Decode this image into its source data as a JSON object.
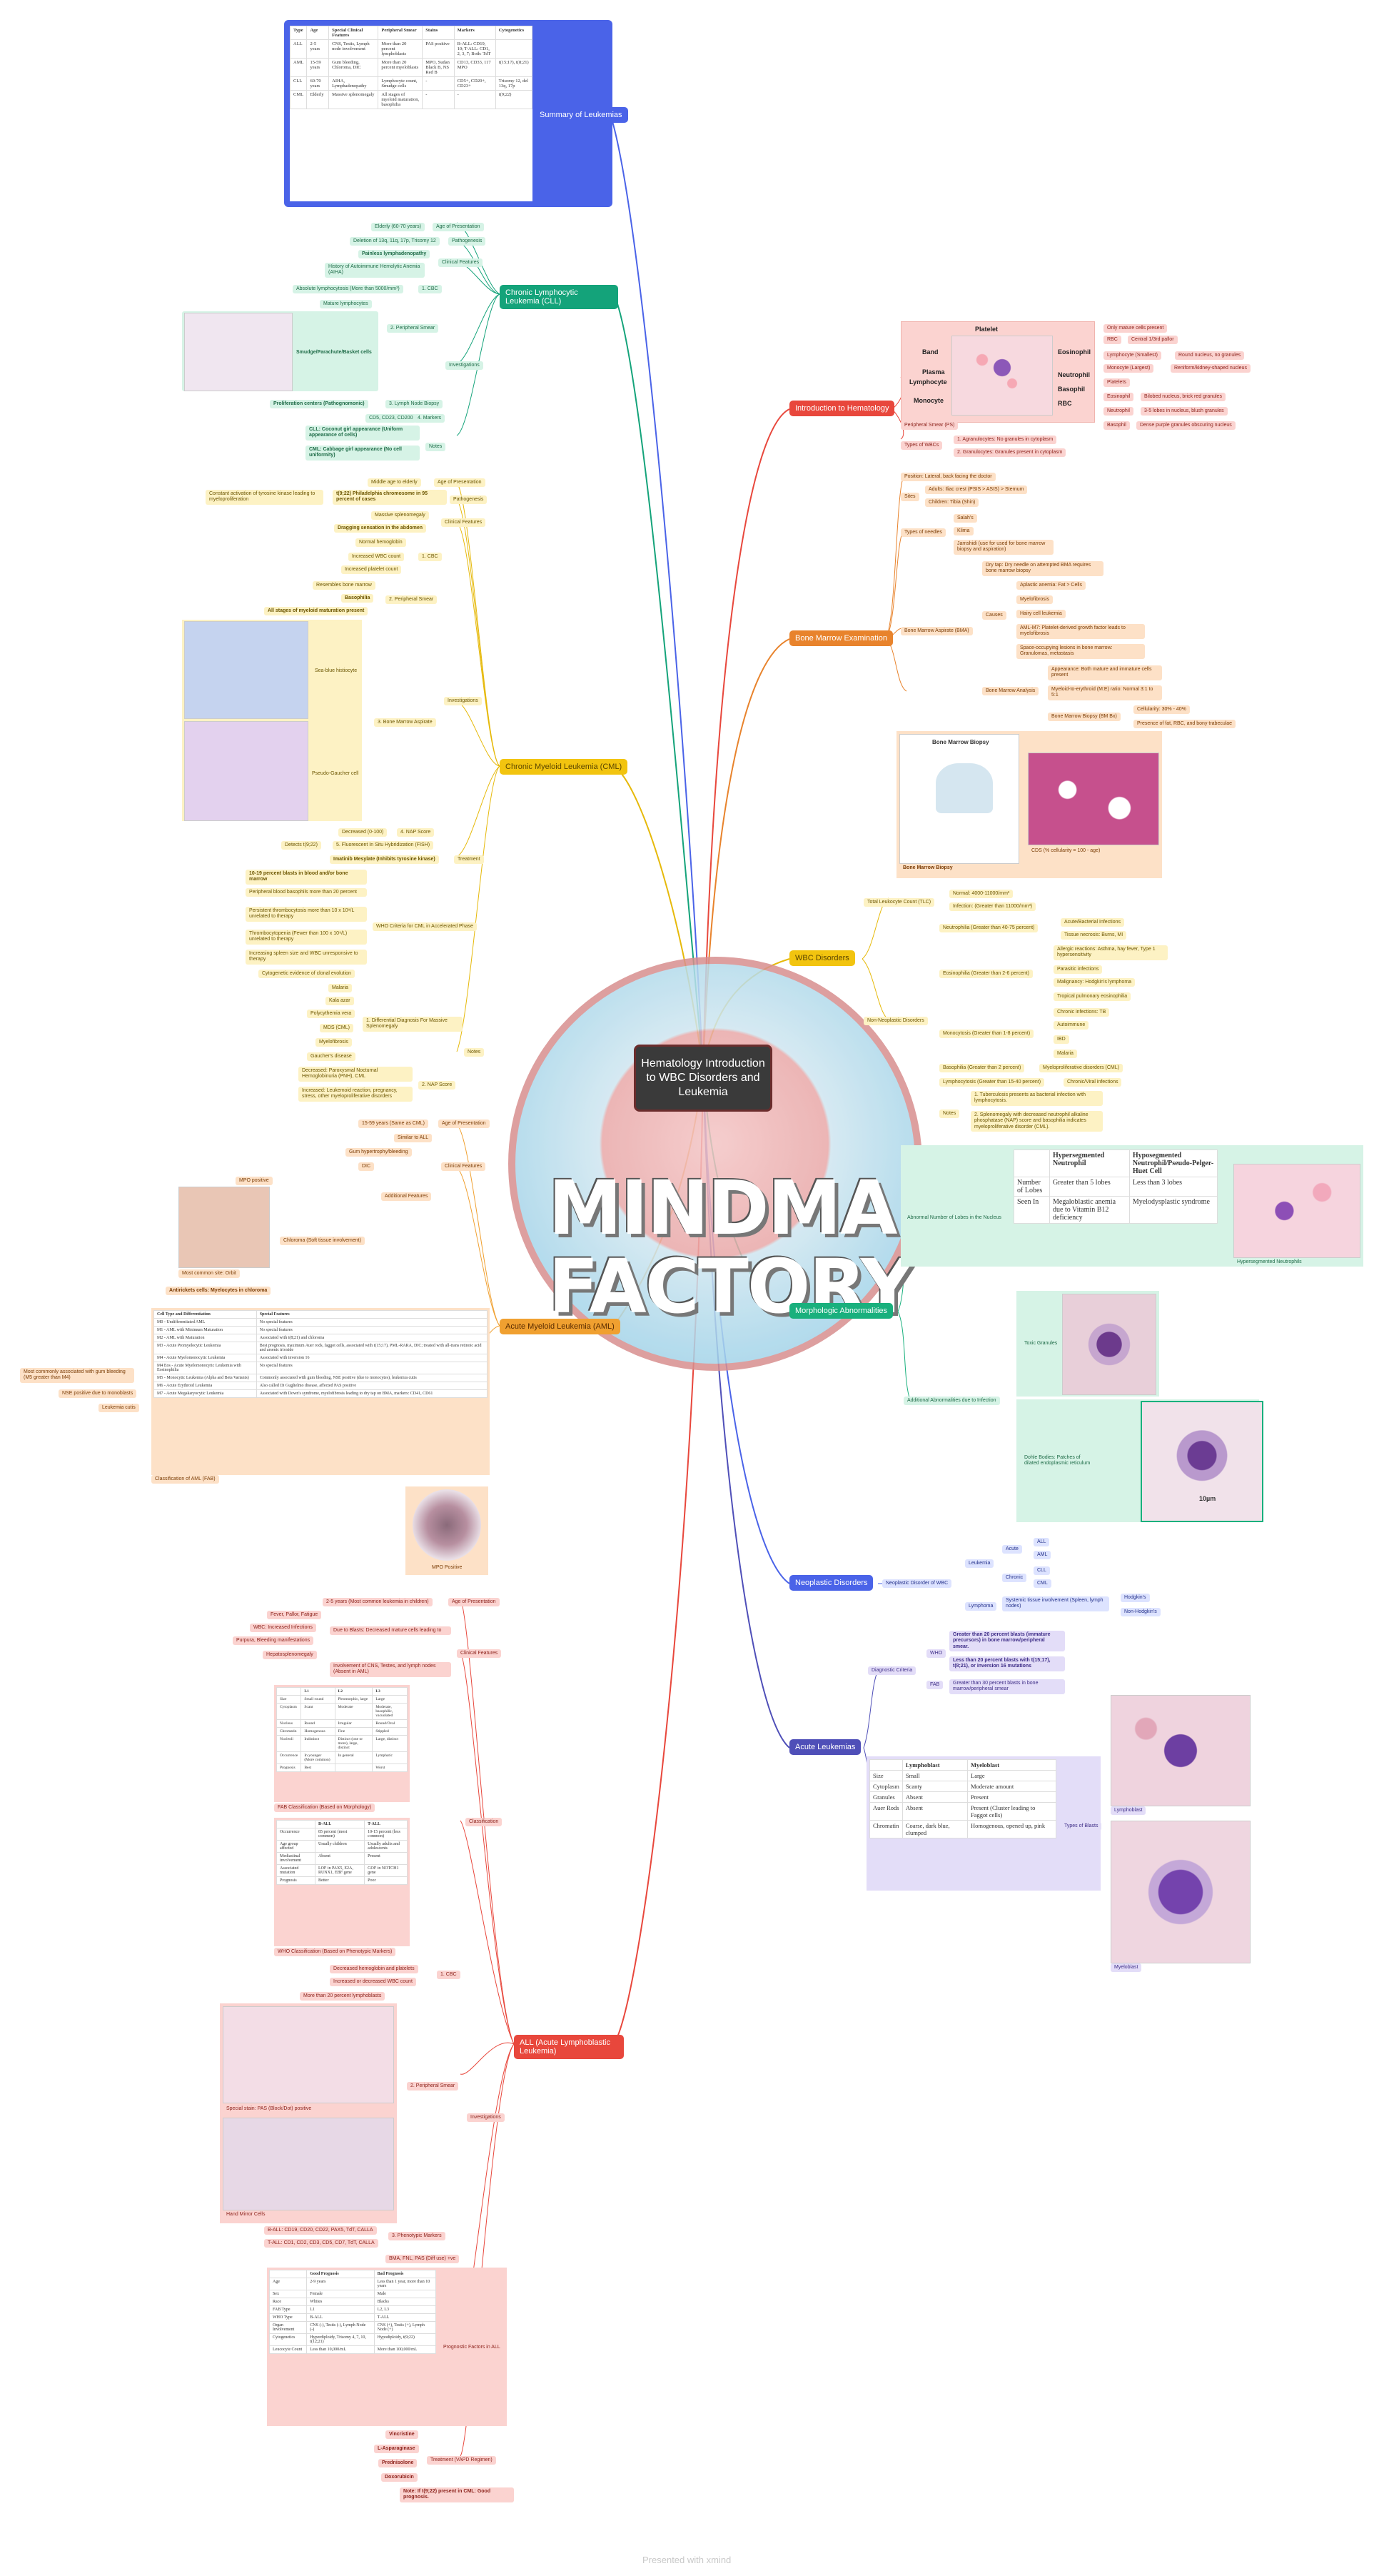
{
  "root": {
    "title": "Hematology Introduction to WBC Disorders and Leukemia"
  },
  "watermark": {
    "line1": "MINDMAP",
    "line2": "FACTORY"
  },
  "footer": {
    "text": "Presented with xmind"
  },
  "branches": {
    "summary": "Summary of Leukemias",
    "cll": "Chronic Lymphocytic Leukemia (CLL)",
    "cml": "Chronic Myeloid Leukemia (CML)",
    "aml": "Acute Myeloid Leukemia (AML)",
    "all": "ALL (Acute Lymphoblastic Leukemia)",
    "intro": "Introduction to Hematology",
    "marrow": "Bone Marrow Examination",
    "wbc": "WBC Disorders",
    "morph": "Morphologic Abnormalities",
    "neo": "Neoplastic Disorders",
    "acute": "Acute Leukemias"
  },
  "summary_table": {
    "headers": [
      "Type",
      "Age",
      "Special Clinical Features",
      "Peripheral Smear",
      "Stains",
      "Markers",
      "Cytogenetics"
    ],
    "rows": [
      [
        "ALL",
        "2-5 years",
        "CNS, Testis, Lymph node involvement",
        "More than 20 percent lymphoblasts",
        "PAS positive",
        "B-ALL: CD19, 10; T-ALL: CD1, 2, 3, 7; Both: TdT",
        ""
      ],
      [
        "AML",
        "15-59 years",
        "Gum bleeding, Chloroma, DIC",
        "More than 20 percent myeloblasts",
        "MPO, Sudan Black B, NS Red B",
        "CD13, CD33, 117 MPO",
        "t(15;17), t(8;21)"
      ],
      [
        "CLL",
        "60-70 years",
        "AIHA, Lymphadenopathy",
        "Lymphocyte count, Smudge cells",
        "-",
        "CD5+, CD20+, CD23+",
        "Trisomy 12, del 13q, 17p"
      ],
      [
        "CML",
        "Elderly",
        "Massive splenomegaly",
        "All stages of myeloid maturation, basophilia",
        "-",
        "-",
        "t(9;22)"
      ]
    ]
  },
  "cll": {
    "age": "Elderly (60-70 years)",
    "age_label": "Age of Presentation",
    "patho": "Deletion of 13q, 11q, 17p, Trisomy 12",
    "patho_label": "Pathogenesis",
    "clinical": [
      "Painless lymphadenopathy",
      "History of Autoimmune Hemolytic Anemia (AIHA)"
    ],
    "clinical_label": "Clinical Features",
    "cbc": "Absolute lymphocytosis (More than 5000/mm³)",
    "cbc_label": "1. CBC",
    "smear": [
      "Mature lymphocytes",
      "Smudge/Parachute/Basket cells"
    ],
    "smear_label": "2. Peripheral Smear",
    "node": "Proliferation centers (Pathognomonic)",
    "node_label": "3. Lymph Node Biopsy",
    "markers": "CD5, CD23, CD200",
    "markers_label": "4. Markers",
    "notes": [
      "CLL: Coconut girl appearance (Uniform appearance of cells)",
      "CML: Cabbage girl appearance (No cell uniformity)"
    ],
    "notes_label": "Notes",
    "invest_label": "Investigations"
  },
  "cml": {
    "age": "Middle age to elderly",
    "age_label": "Age of Presentation",
    "patho": "t(9;22) Philadelphia chromosome in 95 percent of cases",
    "patho_note": "Constant activation of tyrosine kinase leading to myeloproliferation",
    "patho_label": "Pathogenesis",
    "clinical": "Dragging sensation in the abdomen",
    "clinical_sub": "Massive splenomegaly",
    "clinical_label": "Clinical Features",
    "cbc": [
      "Normal hemoglobin",
      "Increased WBC count",
      "Increased platelet count"
    ],
    "cbc_label": "1. CBC",
    "smear": [
      "Resembles bone marrow",
      "Basophilia",
      "All stages of myeloid maturation present"
    ],
    "smear_label": "2. Peripheral Smear",
    "marrow": [
      "Sea-blue histiocyte",
      "Pseudo-Gaucher cell"
    ],
    "marrow_label": "3. Bone Marrow Aspirate",
    "nap": "Decreased (0-100)",
    "nap_label": "4. NAP Score",
    "fish": "Detects t(9;22)",
    "fish_label": "5. Fluorescent In Situ Hybridization (FISH)",
    "invest_label": "Investigations",
    "treatment": "Imatinib Mesylate (Inhibits tyrosine kinase)",
    "treatment_label": "Treatment",
    "accel": [
      "10-19 percent blasts in blood and/or bone marrow",
      "Peripheral blood basophils more than 20 percent",
      "Persistent thrombocytosis more than 10 x 10⁹/L unrelated to therapy",
      "Thrombocytopenia (Fewer than 100 x 10⁹/L) unrelated to therapy",
      "Increasing spleen size and WBC unresponsive to therapy",
      "Cytogenetic evidence of clonal evolution"
    ],
    "accel_label": "WHO Criteria for CML in Accelerated Phase",
    "ddx": [
      "Malaria",
      "Kala azar",
      "Polycythemia vera",
      "MDS (CML)",
      "Myelofibrosis",
      "Gaucher's disease"
    ],
    "ddx_label": "1. Differential Diagnosis For Massive Splenomegaly",
    "nap_notes": [
      "Decreased: Paroxysmal Nocturnal Hemoglobinuria (PNH), CML",
      "Increased: Leukemoid reaction, pregnancy, stress, other myeloproliferative disorders"
    ],
    "nap_notes_label": "2. NAP Score",
    "notes_label": "Notes"
  },
  "aml": {
    "age": "15-59 years (Same as CML)",
    "age_label": "Age of Presentation",
    "similar": "Similar to ALL",
    "clinical": [
      "Gum hypertrophy/bleeding",
      "DIC"
    ],
    "clinical_label": "Clinical Features",
    "mpo": "MPO positive",
    "chloroma": "Chloroma (Soft tissue involvement)",
    "chloroma_caption": "Most common site: Orbit",
    "auer": "Antirickets cells: Myelocytes in chloroma",
    "additional_label": "Additional Features",
    "fab_headers": [
      "Cell Type and Differentiation",
      "Special Features"
    ],
    "fab_rows": [
      [
        "M0 - Undifferentiated AML",
        "No special features"
      ],
      [
        "M1 - AML with Minimum Maturation",
        "No special features"
      ],
      [
        "M2 - AML with Maturation",
        "Associated with t(8;21) and chloroma"
      ],
      [
        "M3 - Acute Promyelocytic Leukemia",
        "Best prognosis, maximum Auer rods, faggot cells, associated with t(15;17), PML-RARA, DIC; treated with all-trans retinoic acid and arsenic trioxide"
      ],
      [
        "M4 - Acute Myelomonocytic Leukemia",
        "Associated with inversion 16"
      ],
      [
        "M4 Eos - Acute Myelomonocytic Leukemia with Eosinophilia",
        "No special features"
      ],
      [
        "M5 - Monocytic Leukemia (Alpha and Beta Variants)",
        "Commonly associated with gum bleeding, NSE positive (due to monocytes), leukemia cutis"
      ],
      [
        "M6 - Acute Erythroid Leukemia",
        "Also called Di Guglielmo disease, affected PAS positive"
      ],
      [
        "M7 - Acute Megakaryocytic Leukemia",
        "Associated with Down's syndrome, myelofibrosis leading to dry tap on BMA, markers: CD41, CD61"
      ]
    ],
    "fab_caption": "Classification of AML (FAB)",
    "side_notes": [
      "Most commonly associated with gum bleeding (M5 greater than M4)",
      "NSE positive due to monoblasts",
      "Leukemia cutis"
    ],
    "mpo_caption": "MPO Positive"
  },
  "all": {
    "age": "2-5 years (Most common leukemia in children)",
    "age_label": "Age of Presentation",
    "clinical": [
      "Fever, Pallor, Fatigue",
      "WBC: Increased Infections",
      "Purpura, Bleeding manifestations",
      "Hepatosplenomegaly"
    ],
    "clinical_note": "Due to Blasts: Decreased mature cells leading to",
    "clinical_extra": "Involvement of CNS, Testes, and lymph nodes (Absent in AML)",
    "clinical_label": "Clinical Features",
    "fab_headers": [
      "",
      "L1",
      "L2",
      "L3"
    ],
    "fab_rows": [
      [
        "Size",
        "Small round",
        "Pleomorphic, large",
        "Large"
      ],
      [
        "Cytoplasm",
        "Scant",
        "Moderate",
        "Moderate, basophilic, vacuolated"
      ],
      [
        "Nucleus",
        "Round",
        "Irregular",
        "Round/Oval"
      ],
      [
        "Chromatin",
        "Homogenous",
        "Fine",
        "Stippled"
      ],
      [
        "Nucleoli",
        "Indistinct",
        "Distinct (one or more), large, distinct",
        "Large, distinct"
      ],
      [
        "Occurrence",
        "In younger (More common)",
        "In general",
        "Lymphatic"
      ],
      [
        "Prognosis",
        "Best",
        "",
        "Worst"
      ]
    ],
    "fab_caption": "FAB Classification (Based on Morphology)",
    "who_headers": [
      "",
      "B-ALL",
      "T-ALL"
    ],
    "who_rows": [
      [
        "Occurrence",
        "85 percent (most common)",
        "10-15 percent (less common)"
      ],
      [
        "Age group affected",
        "Usually children",
        "Usually adults and adolescents"
      ],
      [
        "Mediastinal involvement",
        "Absent",
        "Present"
      ],
      [
        "Associated mutation",
        "LOF in PAX5, E2A, RUNX1, EBF gene",
        "GOF in NOTCH1 gene"
      ],
      [
        "Prognosis",
        "Better",
        "Poor"
      ]
    ],
    "who_caption": "WHO Classification (Based on Phenotypic Markers)",
    "class_label": "Classification",
    "cbc": [
      "Decreased hemoglobin and platelets",
      "Increased or decreased WBC count"
    ],
    "cbc_label": "1. CBC",
    "smear": "More than 20 percent lymphoblasts",
    "smear_label": "2. Peripheral Smear",
    "pas_caption": "Special stain: PAS (Block/Dot) positive",
    "hand_caption": "Hand Mirror Cells",
    "immuno": [
      "B-ALL: CD19, CD20, CD22, PAX5, TdT, CALLA",
      "T-ALL: CD1, CD2, CD3, CD5, CD7, TdT, CALLA"
    ],
    "immuno_label": "3. Phenotypic Markers",
    "pas": "BMA, FNL, PAS (Diff use) +ve",
    "invest_label": "Investigations",
    "prog_headers": [
      "",
      "Good Prognosis",
      "Bad Prognosis"
    ],
    "prog_rows": [
      [
        "Age",
        "2-9 years",
        "Less than 1 year, more than 10 years"
      ],
      [
        "Sex",
        "Female",
        "Male"
      ],
      [
        "Race",
        "Whites",
        "Blacks"
      ],
      [
        "FAB Type",
        "L1",
        "L2, L3"
      ],
      [
        "WHO Type",
        "B-ALL",
        "T-ALL"
      ],
      [
        "Organ Involvement",
        "CNS (-), Testis (-), Lymph Node (-)",
        "CNS (+), Testis (+), Lymph Node (+)"
      ],
      [
        "Cytogenetics",
        "Hyperdiploidy, Trisomy 4, 7, 10, t(12;21)",
        "Hypodiploidy, t(9;22)"
      ],
      [
        "Leucocyte Count",
        "Less than 10,000/mL",
        "More than 100,000/mL"
      ]
    ],
    "prog_label": "Prognostic Factors in ALL",
    "treatment": [
      "Vincristine",
      "L-Asparaginase",
      "Prednisolone",
      "Doxorubicin"
    ],
    "treatment_label": "Treatment (VAPD Regimen)",
    "treatment_note": "Note: If t(9;22) present in CML: Good prognosis."
  },
  "intro": {
    "smear_labels": [
      "Platelet",
      "Band",
      "Plasma",
      "Lymphocyte",
      "Monocyte",
      "Eosinophil",
      "Neutrophil",
      "Basophil",
      "RBC"
    ],
    "smear_caption": "Peripheral Smear (PS)",
    "cells": [
      "Only mature cells present",
      "RBC",
      "Lymphocyte (Smallest)",
      "Monocyte (Largest)",
      "Platelets",
      "Eosinophil",
      "Neutrophil",
      "Basophil"
    ],
    "cells_desc": [
      "Central 1/3rd pallor",
      "Round nucleus, no granules",
      "Reniform/kidney-shaped nucleus",
      "",
      "Bilobed nucleus, brick red granules",
      "3-5 lobes in nucleus, blush granules",
      "Dense purple granules obscuring nucleus"
    ],
    "types_label": "Types of WBCs",
    "types": [
      "1. Agranulocytes: No granules in cytoplasm",
      "2. Granulocytes: Granules present in cytoplasm"
    ]
  },
  "marrow": {
    "position": "Position: Lateral, back facing the doctor",
    "sites_label": "Sites",
    "sites": [
      "Adults: Iliac crest (PSIS > ASIS) > Sternum",
      "Children: Tibia (Shin)"
    ],
    "needles_label": "Types of needles",
    "needles": [
      "Salah's",
      "Klima",
      "Jamshidi (use for used for bone marrow biopsy and aspiration)"
    ],
    "aspirate_label": "Bone Marrow Aspirate (BMA)",
    "drytap": "Dry tap: Dry needle on attempted BMA requires bone marrow biopsy",
    "causes_label": "Causes",
    "causes": [
      "Aplastic anemia: Fat > Cells",
      "Myelofibrosis",
      "Hairy cell leukemia",
      "AML-M7: Platelet-derived growth factor leads to myelofibrosis",
      "Space-occupying lesions in bone marrow: Granulomas, metastasis"
    ],
    "analysis_label": "Bone Marrow Analysis",
    "analysis": [
      "Appearance: Both mature and immature cells present",
      "Myeloid-to-erythroid (M:E) ratio: Normal 3:1 to 5:1"
    ],
    "biopsy_label": "Bone Marrow Biopsy (BM Bx)",
    "biopsy": [
      "Cellularity: 30% - 40%",
      "Presence of fat, RBC, and bony trabeculae"
    ],
    "img_title": "Bone Marrow Biopsy",
    "img_caption": "Bone Marrow Biopsy",
    "img2_caption": "CDS (% cellularity = 100 - age)"
  },
  "wbc": {
    "tlc_label": "Total Leukocyte Count (TLC)",
    "tlc": [
      "Normal: 4000-11000/mm³",
      "Infection: (Greater than 11000/mm³)"
    ],
    "nonneo_label": "Non-Neoplastic Disorders",
    "neutro_label": "Neutrophilia (Greater than 40-75 percent)",
    "neutro": [
      "Acute/Bacterial Infections",
      "Tissue necrosis: Burns, MI"
    ],
    "eos_label": "Eosinophilia (Greater than 2-6 percent)",
    "eos": [
      "Allergic reactions: Asthma, hay fever, Type 1 hypersensitivity",
      "Parasitic infections",
      "Malignancy: Hodgkin's lymphoma",
      "Tropical pulmonary eosinophilia"
    ],
    "mono_label": "Monocytosis (Greater than 1-8 percent)",
    "mono": [
      "Chronic infections: TB",
      "Autoimmune",
      "IBD",
      "Malaria"
    ],
    "baso_label": "Basophilia (Greater than 2 percent)",
    "baso": "Myeloproliferative disorders (CML)",
    "lymph_label": "Lymphocytosis (Greater than 15-40 percent)",
    "lymph": "Chronic/Viral infections",
    "notes_label": "Notes",
    "notes": [
      "1. Tuberculosis presents as bacterial infection with lymphocytosis.",
      "2. Splenomegaly with decreased neutrophil alkaline phosphatase (NAP) score and basophilia indicates myeloproliferative disorder (CML)."
    ]
  },
  "morph": {
    "nuclei_label": "Abnormal Number of Lobes in the Nucleus",
    "nuclei_headers": [
      "",
      "Hypersegmented Neutrophil",
      "Hyposegmented Neutrophil/Pseudo-Pelger-Huet Cell"
    ],
    "nuclei_rows": [
      [
        "Number of Lobes",
        "Greater than 5 lobes",
        "Less than 3 lobes"
      ],
      [
        "Seen In",
        "Megaloblastic anemia due to Vitamin B12 deficiency",
        "Myelodysplastic syndrome"
      ]
    ],
    "nuclei_img_caption": "Hypersegmented Neutrophils",
    "infection_label": "Additional Abnormalities due to Infection",
    "toxic": "Toxic Granules",
    "dohle": "Dohle Bodies: Patches of dilated endoplasmic reticulum",
    "scale": "10µm"
  },
  "neo": {
    "label": "Neoplastic Disorder of WBC",
    "leukemia": "Leukemia",
    "acute": "Acute",
    "chronic": "Chronic",
    "acute_items": [
      "ALL",
      "AML"
    ],
    "chronic_items": [
      "CLL",
      "CML"
    ],
    "lymphoma": "Lymphoma",
    "systemic": "Systemic tissue involvement (Spleen, lymph nodes)",
    "lymphoma_items": [
      "Hodgkin's",
      "Non-Hodgkin's"
    ]
  },
  "acute": {
    "diag_label": "Diagnostic Criteria",
    "who_label": "WHO",
    "fab_label": "FAB",
    "who": [
      "Greater than 20 percent blasts (immature precursors) in bone marrow/peripheral smear.",
      "Less than 20 percent blasts with t(15;17), t(8;21), or inversion 16 mutations"
    ],
    "fab": "Greater than 30 percent blasts in bone marrow/peripheral smear",
    "types_label": "Types of Blasts",
    "table_headers": [
      "",
      "Lymphoblast",
      "Myeloblast"
    ],
    "table_rows": [
      [
        "Size",
        "Small",
        "Large"
      ],
      [
        "Cytoplasm",
        "Scanty",
        "Moderate amount"
      ],
      [
        "Granules",
        "Absent",
        "Present"
      ],
      [
        "Auer Rods",
        "Absent",
        "Present (Cluster leading to Faggot cells)"
      ],
      [
        "Chromatin",
        "Coarse, dark blue, clumped",
        "Homogenous, opened up, pink"
      ]
    ],
    "img1_caption": "Lymphoblast",
    "img2_caption": "Myeloblast"
  },
  "colors": {
    "summary": "#4a63e8",
    "cll": "#14a37a",
    "cml": "#f2c40f",
    "aml": "#f0a030",
    "all": "#e8473c",
    "intro": "#e8473c",
    "marrow": "#e8832c",
    "wbc": "#f2c40f",
    "morph": "#19b07d",
    "neo": "#4a63e8",
    "acute": "#4f4fb8"
  }
}
